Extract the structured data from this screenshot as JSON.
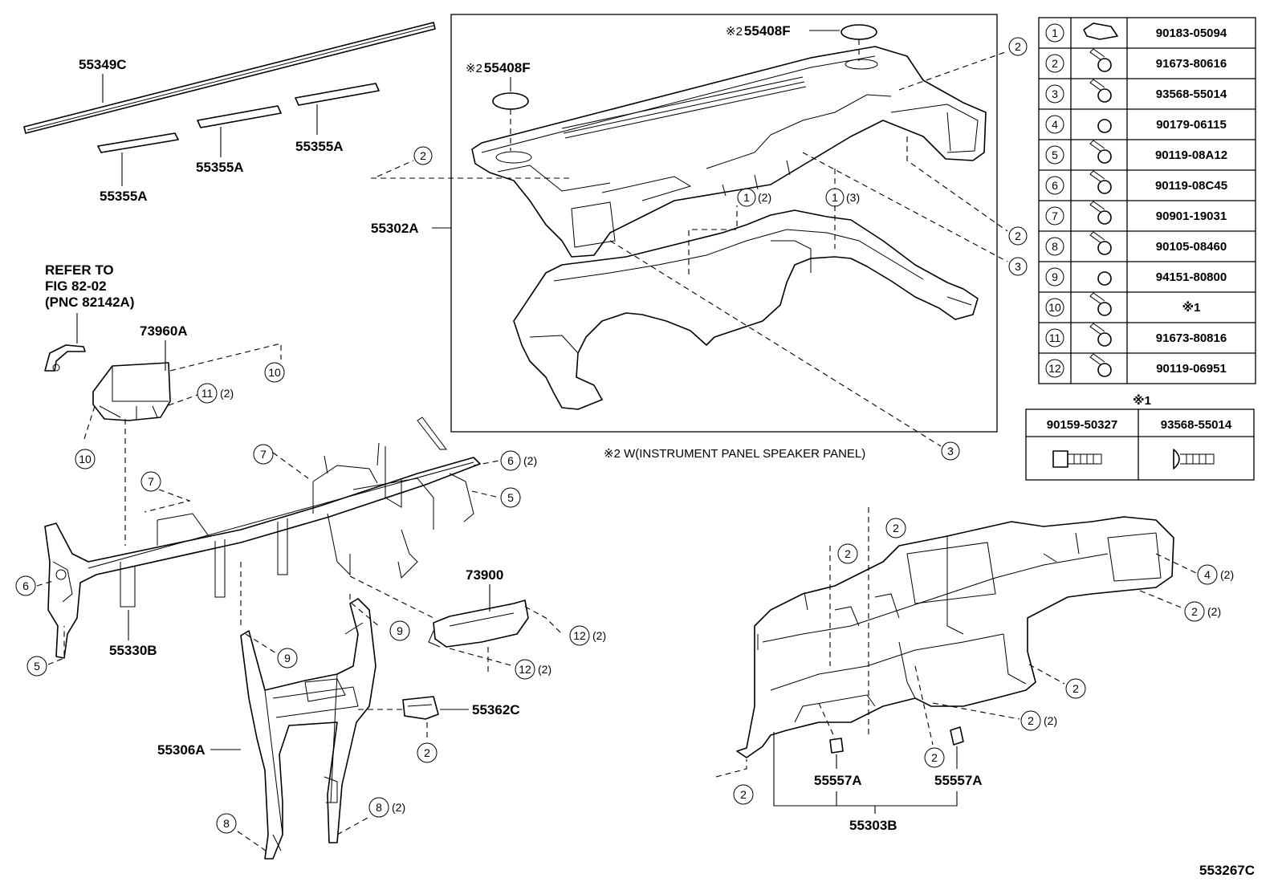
{
  "labels": {
    "p55349C": "55349C",
    "p55355A_1": "55355A",
    "p55355A_2": "55355A",
    "p55355A_3": "55355A",
    "p55302A": "55302A",
    "p55408F_top": "55408F",
    "p55408F_left": "55408F",
    "speaker_mark": "※2",
    "refer_line1": "REFER TO",
    "refer_line2": "FIG 82-02",
    "refer_line3": "(PNC 82142A)",
    "p73960A": "73960A",
    "p73900": "73900",
    "p55330B": "55330B",
    "p55362C": "55362C",
    "p55306A": "55306A",
    "p55557A_1": "55557A",
    "p55557A_2": "55557A",
    "p55303B": "55303B",
    "figure_code": "553267C",
    "speaker_note": "※2 W(INSTRUMENT PANEL SPEAKER PANEL)",
    "qty2": "(2)",
    "qty3": "(3)"
  },
  "callouts": {
    "c1": "1",
    "c2": "2",
    "c3": "3",
    "c4": "4",
    "c5": "5",
    "c6": "6",
    "c7": "7",
    "c8": "8",
    "c9": "9",
    "c10": "10",
    "c11": "11",
    "c12": "12"
  },
  "fastener_table": {
    "rows": [
      {
        "no": "1",
        "part": "90183-05094"
      },
      {
        "no": "2",
        "part": "91673-80616"
      },
      {
        "no": "3",
        "part": "93568-55014"
      },
      {
        "no": "4",
        "part": "90179-06115"
      },
      {
        "no": "5",
        "part": "90119-08A12"
      },
      {
        "no": "6",
        "part": "90119-08C45"
      },
      {
        "no": "7",
        "part": "90901-19031"
      },
      {
        "no": "8",
        "part": "90105-08460"
      },
      {
        "no": "9",
        "part": "94151-80800"
      },
      {
        "no": "10",
        "part": "※1"
      },
      {
        "no": "11",
        "part": "91673-80816"
      },
      {
        "no": "12",
        "part": "90119-06951"
      }
    ]
  },
  "note1_table": {
    "title": "※1",
    "parts": [
      "90159-50327",
      "93568-55014"
    ]
  }
}
